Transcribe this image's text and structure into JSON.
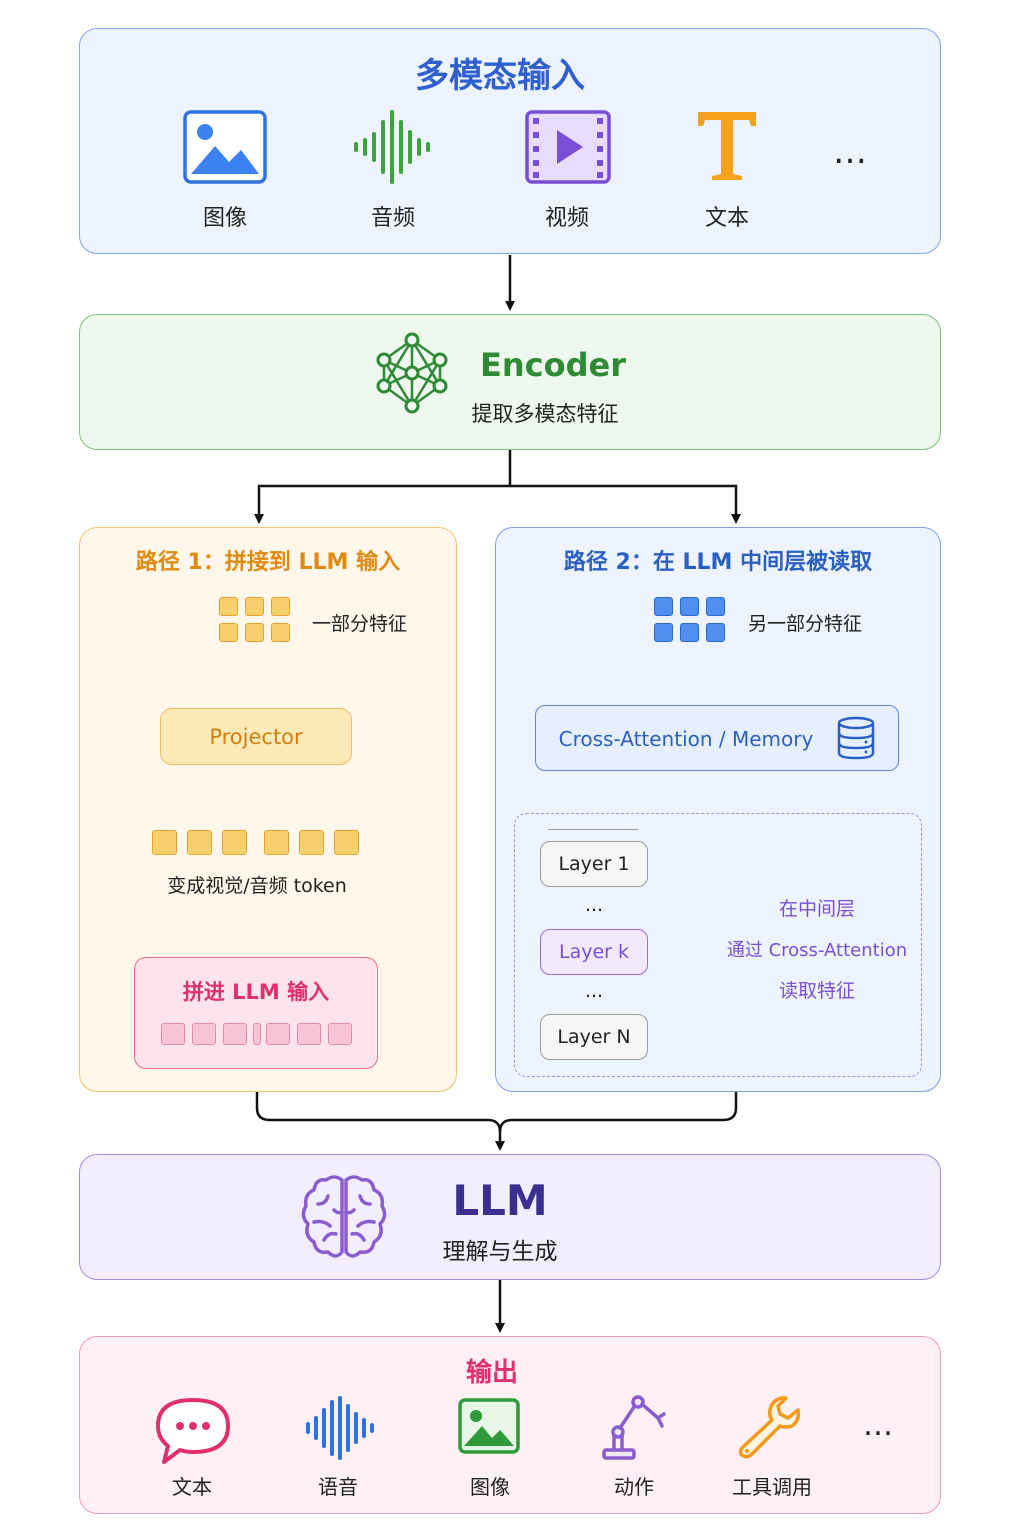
{
  "input": {
    "title": "多模态输入",
    "items": [
      {
        "label": "图像",
        "icon": "image-icon"
      },
      {
        "label": "音频",
        "icon": "audio-wave-icon"
      },
      {
        "label": "视频",
        "icon": "video-icon"
      },
      {
        "label": "文本",
        "icon": "text-t-icon"
      }
    ],
    "more": "…"
  },
  "encoder": {
    "title": "Encoder",
    "subtitle": "提取多模态特征",
    "icon": "neural-network-icon"
  },
  "path1": {
    "title": "路径 1：拼接到 LLM 输入",
    "features_label": "一部分特征",
    "projector_label": "Projector",
    "tokens_label": "变成视觉/音频 token",
    "concat_label": "拼进 LLM 输入"
  },
  "path2": {
    "title": "路径 2：在 LLM 中间层被读取",
    "features_label": "另一部分特征",
    "cross_attention_label": "Cross-Attention / Memory",
    "memory_icon": "database-icon",
    "layers": [
      "Layer 1",
      "...",
      "Layer k",
      "...",
      "Layer N"
    ],
    "note_lines": [
      "在中间层",
      "通过 Cross-Attention",
      "读取特征"
    ]
  },
  "llm": {
    "title": "LLM",
    "subtitle": "理解与生成",
    "icon": "brain-icon"
  },
  "output": {
    "title": "输出",
    "items": [
      {
        "label": "文本",
        "icon": "chat-bubble-icon"
      },
      {
        "label": "语音",
        "icon": "voice-wave-icon"
      },
      {
        "label": "图像",
        "icon": "image-icon"
      },
      {
        "label": "动作",
        "icon": "robot-arm-icon"
      },
      {
        "label": "工具调用",
        "icon": "wrench-icon"
      }
    ],
    "more": "…"
  },
  "colors": {
    "input_accent": "#2f5fd0",
    "encoder_accent": "#2f8a35",
    "path1_accent": "#e08a12",
    "path2_accent": "#2a5fc4",
    "llm_accent": "#3a2f8f",
    "output_accent": "#e0306a",
    "cross_attention_arrow": "#9a6ad6"
  }
}
